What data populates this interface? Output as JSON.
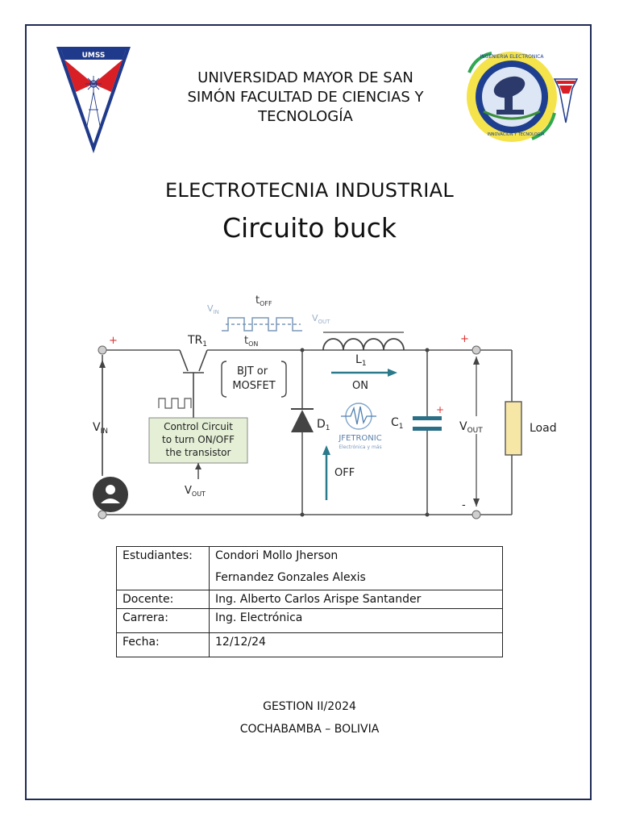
{
  "logos": {
    "left_text": "UMSS",
    "right_text": "INGENIERIA ELECTRONICA",
    "right_motto": "INNOVACION Y TECNOLOGIA"
  },
  "header": {
    "university": "UNIVERSIDAD MAYOR DE SAN SIMÓN FACULTAD DE CIENCIAS Y TECNOLOGÍA"
  },
  "subject": "ELECTROTECNIA INDUSTRIAL",
  "title": "Circuito buck",
  "circuit": {
    "labels": {
      "vin_top": "V",
      "vin_top_sub": "IN",
      "toff": "t",
      "toff_sub": "OFF",
      "ton": "t",
      "ton_sub": "ON",
      "vout_top": "V",
      "vout_top_sub": "OUT",
      "plus_left": "+",
      "tr1": "TR",
      "tr1_sub": "1",
      "bjt1": "BJT or",
      "bjt2": "MOSFET",
      "l1": "L",
      "l1_sub": "1",
      "on": "ON",
      "plus_right": "+",
      "vin_side": "V",
      "vin_side_sub": "IN",
      "ctrl1": "Control Circuit",
      "ctrl2": "to turn ON/OFF",
      "ctrl3": "the transistor",
      "vout_ctrl": "V",
      "vout_ctrl_sub": "OUT",
      "d1": "D",
      "d1_sub": "1",
      "c1": "C",
      "c1_sub": "1",
      "cap_plus": "+",
      "vout_side": "V",
      "vout_side_sub": "OUT",
      "load": "Load",
      "off": "OFF",
      "minus_right": "-",
      "wm_name": "JFETRONIC",
      "wm_tag": "Electrónica y más"
    }
  },
  "info": {
    "students_label": "Estudiantes:",
    "students": [
      "Condori Mollo Jherson",
      "Fernandez Gonzales Alexis"
    ],
    "teacher_label": "Docente:",
    "teacher": "Ing. Alberto Carlos Arispe Santander",
    "career_label": "Carrera:",
    "career": "Ing. Electrónica",
    "date_label": "Fecha:",
    "date": "12/12/24"
  },
  "footer": {
    "gestion": "GESTION II/2024",
    "city": "COCHABAMBA – BOLIVIA"
  },
  "colors": {
    "frame": "#1f2a56",
    "umss_red": "#d81f26",
    "umss_blue": "#1f3a8a",
    "arrow_teal": "#2a7a8c",
    "control_box": "#e4efd6",
    "load_fill": "#f7e7a6"
  }
}
